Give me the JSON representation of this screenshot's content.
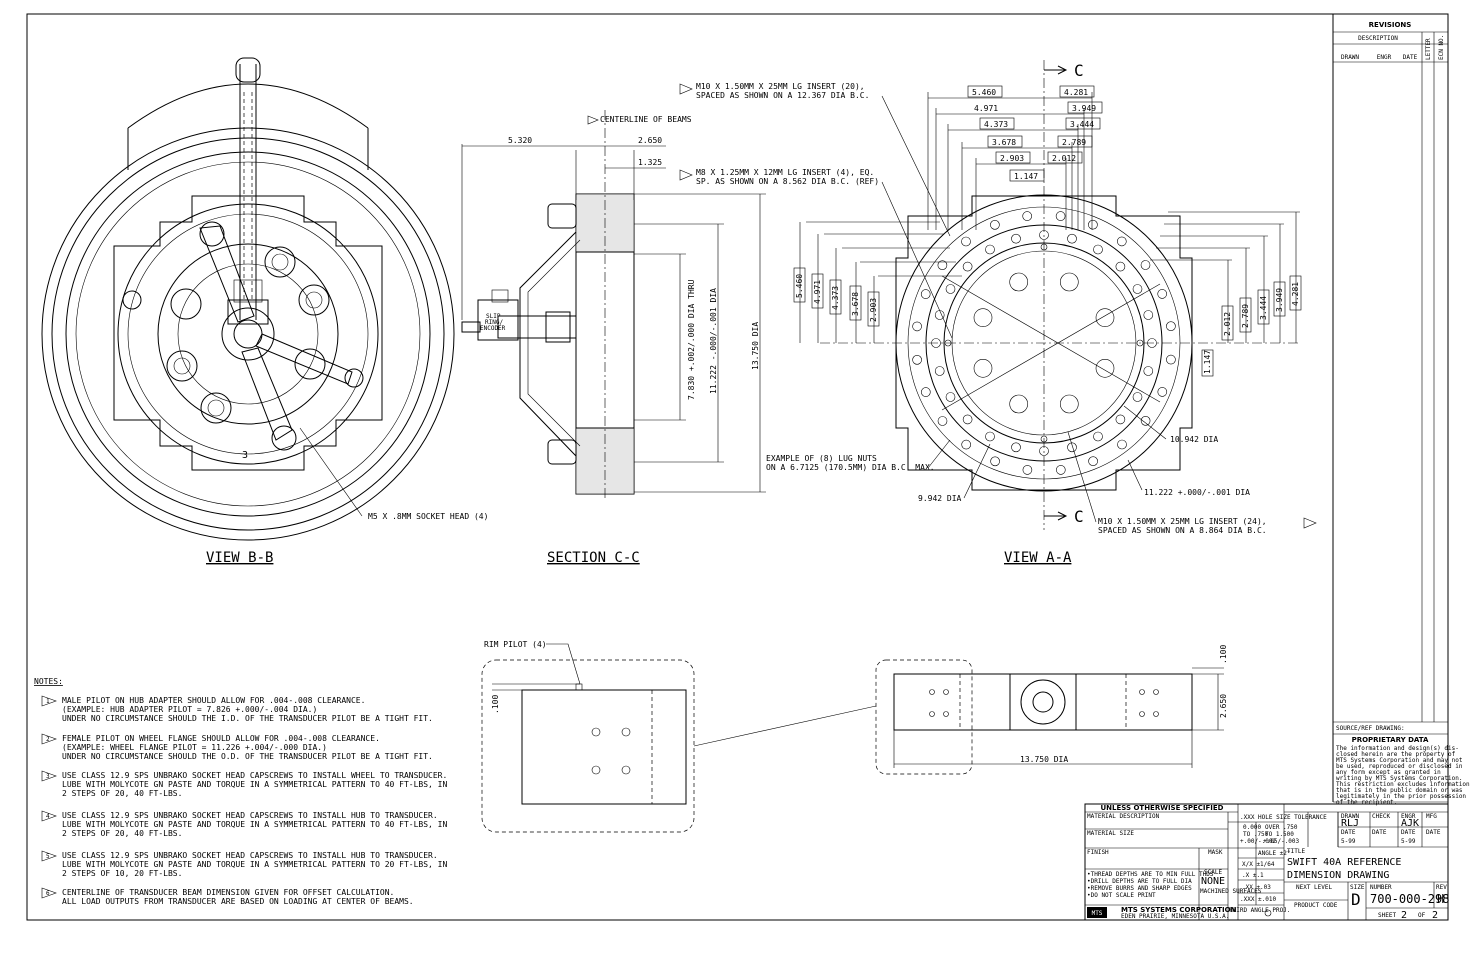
{
  "views": {
    "view_bb": "VIEW B-B",
    "section_cc": "SECTION C-C",
    "view_aa": "VIEW A-A"
  },
  "callouts": {
    "socket_head": "M5 X .8MM SOCKET HEAD (4)",
    "centerline_beams": "CENTERLINE OF BEAMS",
    "insert20_line1": "M10 X 1.50MM X 25MM LG INSERT (20),",
    "insert20_line2": "SPACED AS SHOWN ON A 12.367 DIA B.C.",
    "insert4_line1": "M8 X 1.25MM X 12MM LG INSERT (4), EQ.",
    "insert4_line2": "SP. AS SHOWN ON A 8.562 DIA B.C. (REF)",
    "lug_line1": "EXAMPLE OF (8) LUG NUTS",
    "lug_line2": "ON A 6.7125 (170.5MM) DIA B.C. MAX.",
    "insert24_line1": "M10 X 1.50MM X 25MM LG INSERT (24),",
    "insert24_line2": "SPACED AS SHOWN ON A 8.864 DIA B.C.",
    "rim_pilot": "RIM PILOT (4)",
    "slip_ring_1": "SLIP",
    "slip_ring_2": "RING/",
    "slip_ring_3": "ENCODER",
    "section_mark_c": "C",
    "bb_number": "3"
  },
  "notes_title": "NOTES:",
  "notes": [
    {
      "num": "1",
      "lines": [
        "MALE PILOT ON HUB ADAPTER SHOULD ALLOW FOR .004-.008 CLEARANCE.",
        "(EXAMPLE: HUB ADAPTER PILOT = 7.826 +.000/-.004 DIA.)",
        "UNDER NO CIRCUMSTANCE SHOULD THE I.D. OF THE TRANSDUCER PILOT BE A TIGHT FIT."
      ]
    },
    {
      "num": "2",
      "lines": [
        "FEMALE PILOT ON WHEEL FLANGE SHOULD ALLOW FOR .004-.008 CLEARANCE.",
        "(EXAMPLE: WHEEL FLANGE PILOT = 11.226 +.004/-.000 DIA.)",
        "UNDER NO CIRCUMSTANCE SHOULD THE O.D. OF THE TRANSDUCER PILOT BE A TIGHT FIT."
      ]
    },
    {
      "num": "3",
      "lines": [
        "USE CLASS 12.9 SPS UNBRAKO SOCKET HEAD CAPSCREWS TO INSTALL WHEEL TO TRANSDUCER.",
        "LUBE WITH MOLYCOTE GN PASTE AND TORQUE IN A SYMMETRICAL PATTERN TO 40 FT-LBS, IN",
        "2 STEPS OF 20, 40 FT-LBS."
      ]
    },
    {
      "num": "4",
      "lines": [
        "USE CLASS 12.9 SPS UNBRAKO SOCKET HEAD CAPSCREWS TO INSTALL HUB TO TRANSDUCER.",
        "LUBE WITH MOLYCOTE GN PASTE AND TORQUE IN A SYMMETRICAL PATTERN TO 40 FT-LBS, IN",
        "2 STEPS OF 20, 40 FT-LBS."
      ]
    },
    {
      "num": "5",
      "lines": [
        "USE CLASS 12.9 SPS UNBRAKO SOCKET HEAD CAPSCREWS TO INSTALL HUB TO TRANSDUCER.",
        "LUBE WITH MOLYCOTE GN PASTE AND TORQUE IN A SYMMETRICAL PATTERN TO 20 FT-LBS, IN",
        "2 STEPS OF 10, 20 FT-LBS."
      ]
    },
    {
      "num": "6",
      "lines": [
        "CENTERLINE OF TRANSDUCER BEAM DIMENSION GIVEN FOR OFFSET CALCULATION.",
        "ALL LOAD OUTPUTS FROM TRANSDUCER ARE BASED ON LOADING AT CENTER OF BEAMS."
      ]
    }
  ],
  "dims_section": {
    "d5320": "5.320",
    "d2650": "2.650",
    "d1325": "1.325",
    "d7830": "7.830 +.002/.000 DIA THRU",
    "d11222": "11.222 -.000/-.001 DIA",
    "d13750": "13.750 DIA"
  },
  "dims_view_a_top": [
    "5.460",
    "4.281",
    "4.971",
    "3.949",
    "4.373",
    "3.444",
    "3.678",
    "2.789",
    "2.903",
    "2.012",
    "1.147"
  ],
  "dims_view_a_left": [
    "5.460",
    "4.971",
    "4.373",
    "3.678",
    "2.903"
  ],
  "dims_view_a_right": [
    "2.012",
    "2.789",
    "3.444",
    "3.949",
    "4.281",
    "1.147"
  ],
  "dims_view_a_misc": {
    "d10942": "10.942 DIA",
    "d11222": "11.222 +.000/-.001 DIA",
    "d9942": "9.942 DIA"
  },
  "dims_detail": {
    "d100a": ".100",
    "d100b": ".100",
    "d2650": "2.650",
    "d13750": "13.750 DIA"
  },
  "title_block": {
    "unless": "UNLESS OTHERWISE SPECIFIED",
    "material_desc": "MATERIAL DESCRIPTION",
    "material_size": "MATERIAL SIZE",
    "finish": "FINISH",
    "mask": "MASK",
    "hole_tol": ".XXX HOLE SIZE TOLERANCE",
    "tol1a": "0.000",
    "tol1b": "TO .750",
    "tol1c": "+.00/-.002",
    "tol2a": "OVER .750",
    "tol2b": "TO 1.500",
    "tol2c": "+.05/-.003",
    "angle": "ANGLE ±2°",
    "frac": "X/X ±1/64",
    "dx": ".X ±.1",
    "dxx": ".XX ±.03",
    "dxxx": ".XXX ±.010",
    "thread_note": "•THREAD DEPTHS ARE TO MIN FULL THDS",
    "drill_note": "•DRILL DEPTHS ARE TO FULL DIA",
    "burr_note": "•REMOVE BURRS AND SHARP EDGES",
    "scale_note": "•DO NOT SCALE PRINT",
    "scale": "SCALE",
    "scale_val": "NONE",
    "machined": "MACHINED SURFACES",
    "third_angle": "THIRD ANGLE PROJ.",
    "company": "MTS SYSTEMS CORPORATION",
    "company_loc": "EDEN PRAIRIE, MINNESOTA U.S.A.",
    "drawn_label": "DRAWN",
    "drawn": "RLJ",
    "check_label": "CHECK",
    "engr_label": "ENGR",
    "engr": "AJK",
    "mfg_label": "MFG",
    "date_label": "DATE",
    "date1": "5-99",
    "date3": "5-99",
    "title_label": "TITLE",
    "title_line1": "SWIFT 40A REFERENCE",
    "title_line2": "DIMENSION DRAWING",
    "next_level": "NEXT LEVEL",
    "product_code": "PRODUCT CODE",
    "size_label": "SIZE",
    "size": "D",
    "number_label": "NUMBER",
    "number": "700-000-298",
    "rev_label": "REV",
    "rev": "H",
    "sheet_label": "SHEET",
    "sheet": "2",
    "of_label": "OF",
    "of": "2",
    "logo": "MTS"
  },
  "revisions": {
    "title": "REVISIONS",
    "description": "DESCRIPTION",
    "drawn": "DRAWN",
    "engr": "ENGR",
    "date": "DATE",
    "letter": "LETTER",
    "ecn": "ECN NO."
  },
  "proprietary": {
    "source": "SOURCE/REF DRAWING:",
    "title": "PROPRIETARY DATA",
    "lines": [
      "The information and design(s) dis-",
      "closed herein are the property of",
      "MTS Systems Corporation and may not",
      "be used, reproduced or disclosed in",
      "any form except as granted in",
      "writing by MTS Systems Corporation.",
      "This restriction excludes information",
      "that is in the public domain or was",
      "legitimately in the prior possession",
      "of the recipient."
    ]
  }
}
